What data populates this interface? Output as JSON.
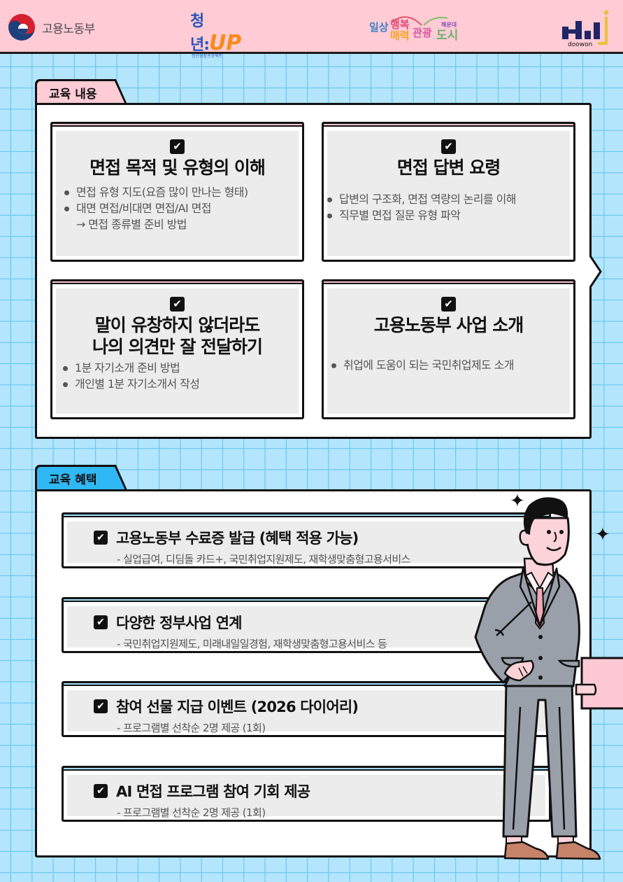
{
  "header": {
    "logos": [
      {
        "name": "ministry-logo",
        "text": "고용노동부"
      },
      {
        "name": "youth-up-logo",
        "main": "청년:",
        "up": "UP",
        "sub": "청년성장프로젝트"
      },
      {
        "name": "haeundae-logo",
        "line1": "일상행복",
        "line2": "매력관광",
        "tag": "해운대",
        "city": "도시"
      },
      {
        "name": "doowon-logo",
        "text": "doowon"
      }
    ]
  },
  "curriculum": {
    "tab_label": "교육 내용",
    "tab_color": "#ffcbd5",
    "cards": [
      {
        "title": "면접 목적 및 유형의 이해",
        "items": [
          "면접 유형 지도(요즘 많이 만나는 형태)",
          "대면 면접/비대면 면접/AI 면접"
        ],
        "sub": "→ 면접 종류별 준비 방법"
      },
      {
        "title": "면접 답변 요령",
        "items": [
          "답변의 구조화, 면접 역량의 논리를 이해",
          "직무별 면접 질문 유형 파악"
        ]
      },
      {
        "title_line1": "말이 유창하지 않더라도",
        "title_line2": "나의 의견만 잘 전달하기",
        "items": [
          "1분 자기소개 준비 방법",
          "개인별 1분 자기소개서 작성"
        ]
      },
      {
        "title": "고용노동부 사업 소개",
        "items": [
          "취업에 도움이 되는 국민취업제도 소개"
        ]
      }
    ]
  },
  "benefits": {
    "tab_label": "교육 혜택",
    "tab_color": "#2fb8f5",
    "items": [
      {
        "title": "고용노동부 수료증 발급 (혜택 적용 가능)",
        "desc": "- 실업급여, 디딤돌 카드+, 국민취업지원제도, 재학생맞춤형고용서비스"
      },
      {
        "title": "다양한 정부사업 연계",
        "desc": "- 국민취업지원제도, 미래내일일경험, 재학생맞춤형고용서비스 등"
      },
      {
        "title": "참여 선물 지급 이벤트 (2026 다이어리)",
        "desc": "- 프로그램별 선착순 2명 제공 (1회)"
      },
      {
        "title": "AI 면접 프로그램 참여 기회 제공",
        "desc": "- 프로그램별 선착순 2명 제공 (1회)"
      }
    ]
  },
  "icons": {
    "check": "✔",
    "sparkle": "✦"
  },
  "colors": {
    "header_bg": "#ffcbd5",
    "grid_bg": "#b3e5fc",
    "grid_line": "#5ec2f2",
    "card_inner": "#ececec",
    "suit": "#9aa0aa",
    "skin": "#fcd3d9",
    "shoe": "#c7836a"
  }
}
